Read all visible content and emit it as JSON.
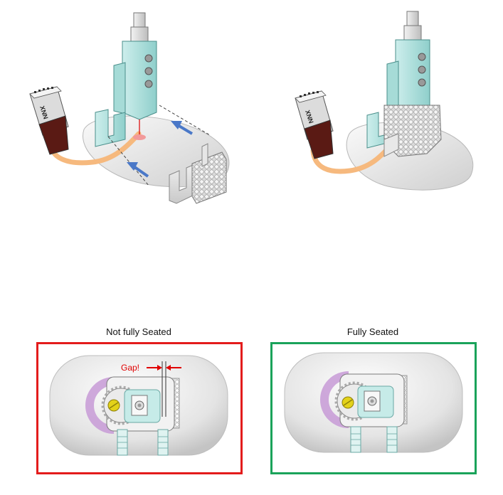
{
  "captions": {
    "not_seated": "Not fully Seated",
    "seated": "Fully Seated"
  },
  "gap_label": "Gap!",
  "connector_label": "XNN",
  "colors": {
    "not_seated_border": "#e31c1c",
    "seated_border": "#1aa35a",
    "part_teal": "#b7e3e0",
    "arrow_blue": "#4a78c8",
    "cable_orange": "#f6b97e",
    "gap_red": "#e00000"
  }
}
